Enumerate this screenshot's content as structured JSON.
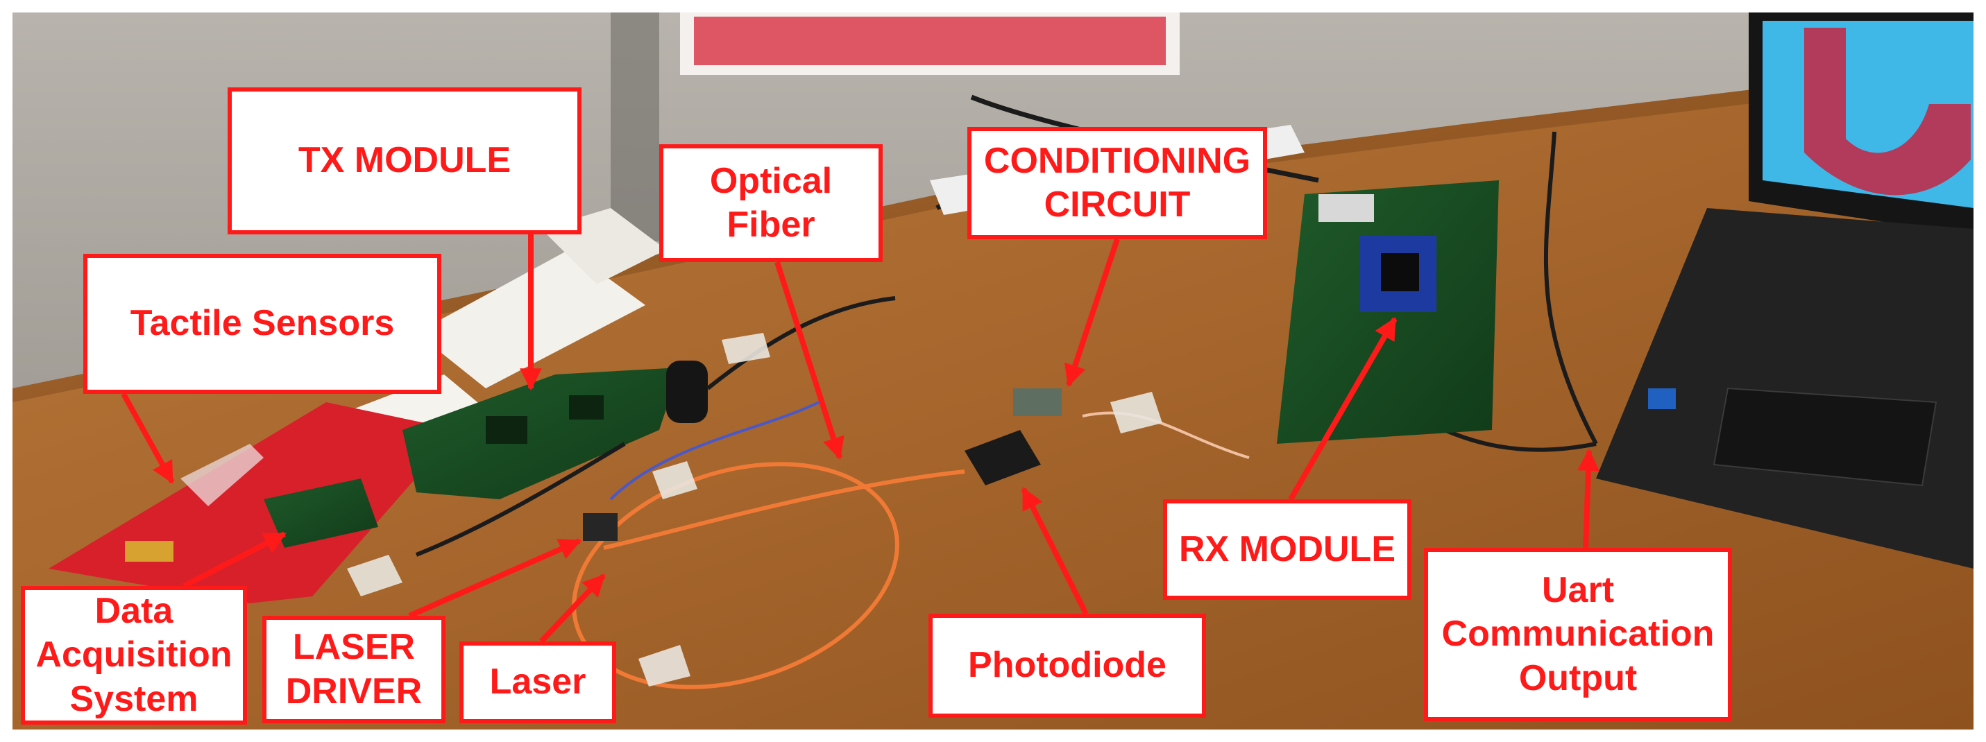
{
  "accent_color": "#ff1a1a",
  "labels": {
    "tx_module": "TX MODULE",
    "optical_fiber": "Optical\nFiber",
    "conditioning_circuit": "CONDITIONING\nCIRCUIT",
    "tactile_sensors": "Tactile Sensors",
    "data_acquisition": "Data\nAcquisition\nSystem",
    "laser_driver": "LASER\nDRIVER",
    "laser": "Laser",
    "photodiode": "Photodiode",
    "rx_module": "RX MODULE",
    "uart_output": "Uart\nCommunication\nOutput"
  }
}
